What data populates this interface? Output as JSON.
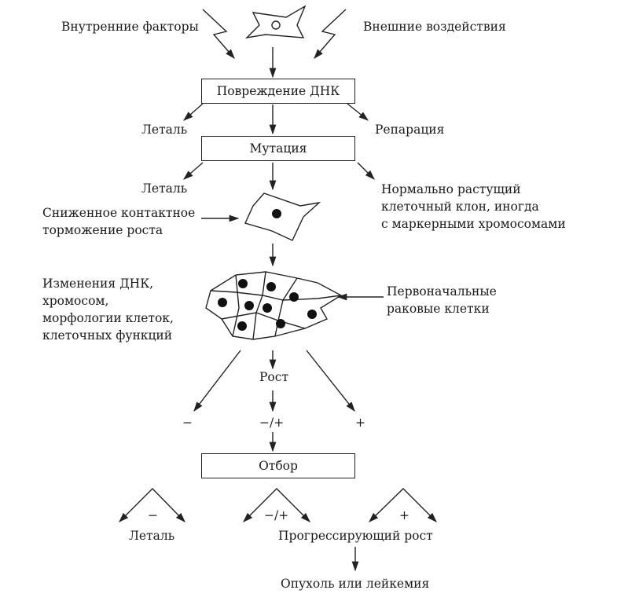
{
  "top": {
    "left_label": "Внутренние факторы",
    "right_label": "Внешние воздействия"
  },
  "boxes": {
    "damage": "Повреждение ДНК",
    "mutation": "Мутация",
    "selection": "Отбор"
  },
  "damage_outcomes": {
    "left": "Леталь",
    "right": "Репарация"
  },
  "mutation_outcomes": {
    "left": "Леталь",
    "right_lines": [
      "Нормально растущий",
      "клеточный клон, иногда",
      "с маркерными хромосомами"
    ]
  },
  "single_cell_label_lines": [
    "Сниженное контактное",
    "торможение роста"
  ],
  "cluster": {
    "left_lines": [
      "Изменения ДНК,",
      "хромосом,",
      "морфологии клеток,",
      "клеточных функций"
    ],
    "right_lines": [
      "Первоначальные",
      "раковые клетки"
    ]
  },
  "growth": {
    "label": "Рост",
    "minus": "−",
    "mixed": "−/+",
    "plus": "+"
  },
  "selection_outcomes": {
    "minus": "−",
    "mixed": "−/+",
    "plus": "+",
    "lethal": "Леталь",
    "progressive": "Прогрессирующий рост",
    "final": "Опухоль или лейкемия"
  }
}
